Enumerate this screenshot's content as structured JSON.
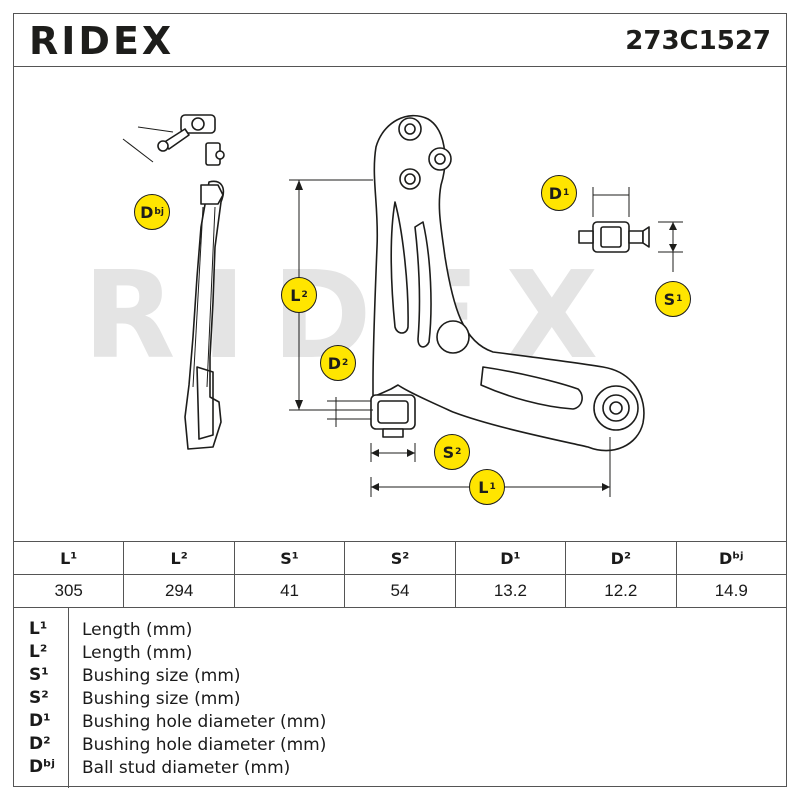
{
  "brand": {
    "logo": "RIDEX",
    "part_number": "273C1527",
    "accent_color": "#ffe500",
    "line_color": "#1d1d1b"
  },
  "watermark": "RIDEX",
  "badges": {
    "dbj": "D",
    "dbj_sup": "bj",
    "d1": "D",
    "d1_sup": "1",
    "s1": "S",
    "s1_sup": "1",
    "l2": "L",
    "l2_sup": "2",
    "d2": "D",
    "d2_sup": "2",
    "s2": "S",
    "s2_sup": "2",
    "l1": "L",
    "l1_sup": "1"
  },
  "spec_table": {
    "headers": [
      "L¹",
      "L²",
      "S¹",
      "S²",
      "D¹",
      "D²",
      "Dᵇʲ"
    ],
    "values": [
      "305",
      "294",
      "41",
      "54",
      "13.2",
      "12.2",
      "14.9"
    ]
  },
  "legend": [
    {
      "symbol": "L¹",
      "description": "Length (mm)"
    },
    {
      "symbol": "L²",
      "description": "Length (mm)"
    },
    {
      "symbol": "S¹",
      "description": "Bushing size (mm)"
    },
    {
      "symbol": "S²",
      "description": "Bushing size (mm)"
    },
    {
      "symbol": "D¹",
      "description": "Bushing hole diameter (mm)"
    },
    {
      "symbol": "D²",
      "description": "Bushing hole diameter (mm)"
    },
    {
      "symbol": "Dᵇʲ",
      "description": "Ball stud diameter (mm)"
    }
  ]
}
